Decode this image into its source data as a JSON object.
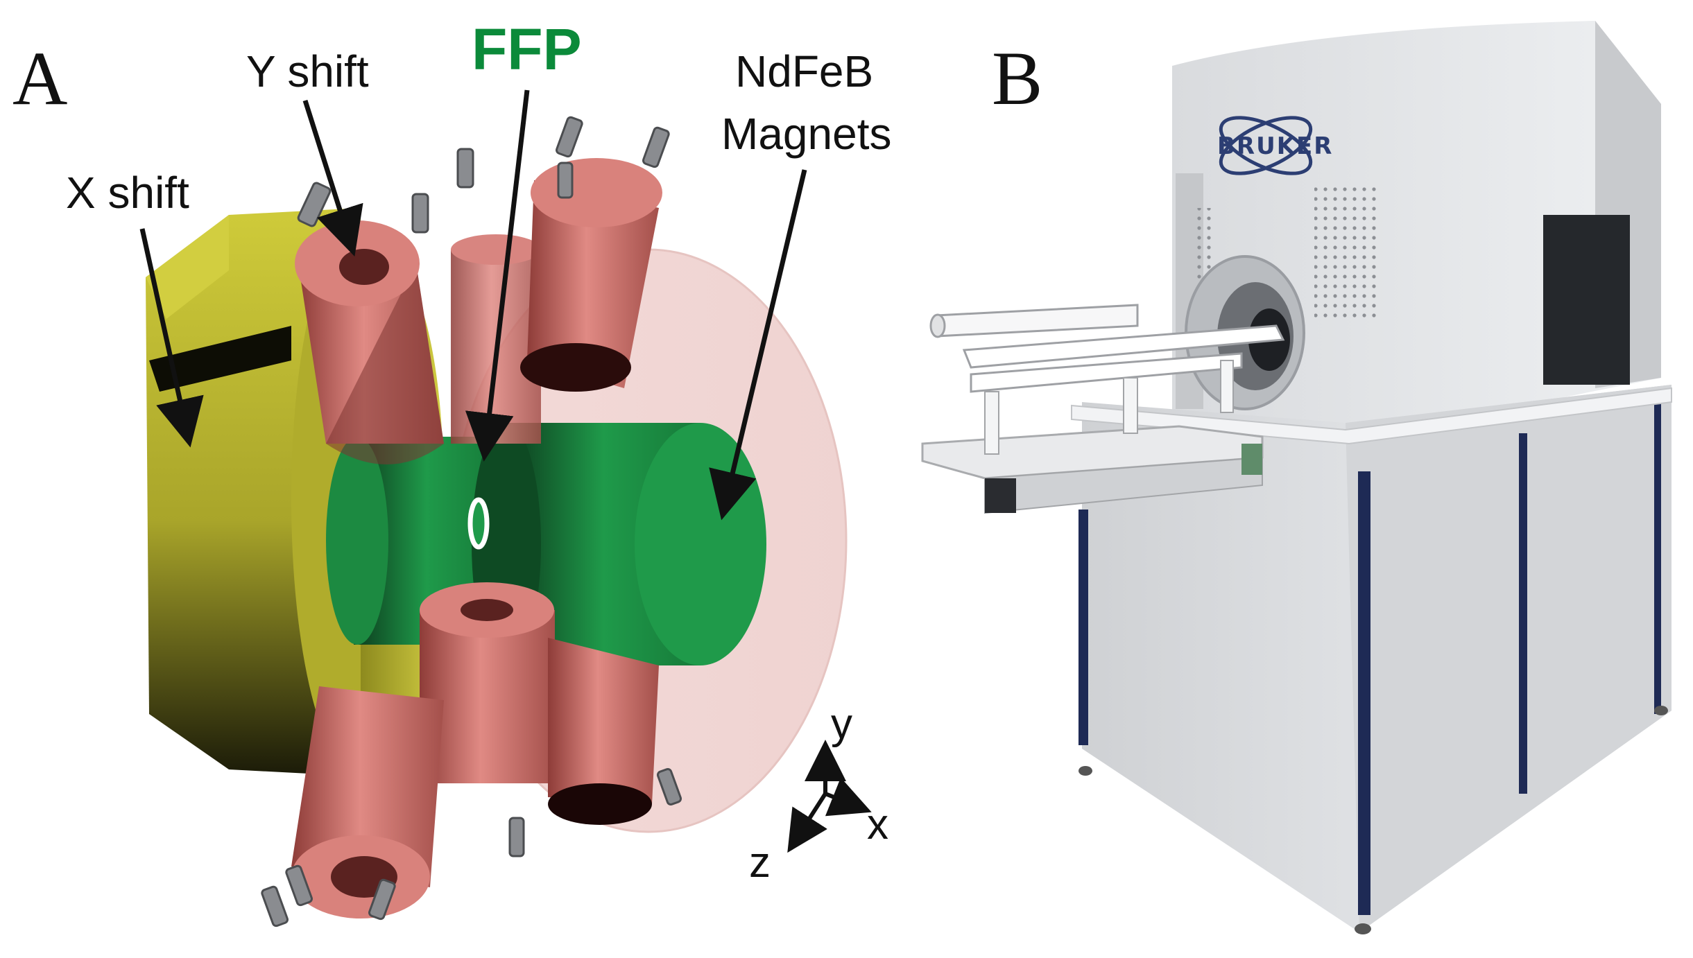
{
  "panels": {
    "a": {
      "letter": "A",
      "labels": {
        "y_shift": "Y shift",
        "ffp": "FFP",
        "ndfeb_line1": "NdFeB",
        "ndfeb_line2": "Magnets",
        "x_shift": "X shift"
      },
      "axes": {
        "x": "x",
        "y": "y",
        "z": "z"
      }
    },
    "b": {
      "letter": "B",
      "logo_text": "BRUKER"
    }
  },
  "colors": {
    "ffp_label": "#0b8a3a",
    "magnet_green": "#1f9a4a",
    "coil_red": "#c9645f",
    "frame_olive": "#b9b52a",
    "scanner_grey": "#d8dadd"
  }
}
